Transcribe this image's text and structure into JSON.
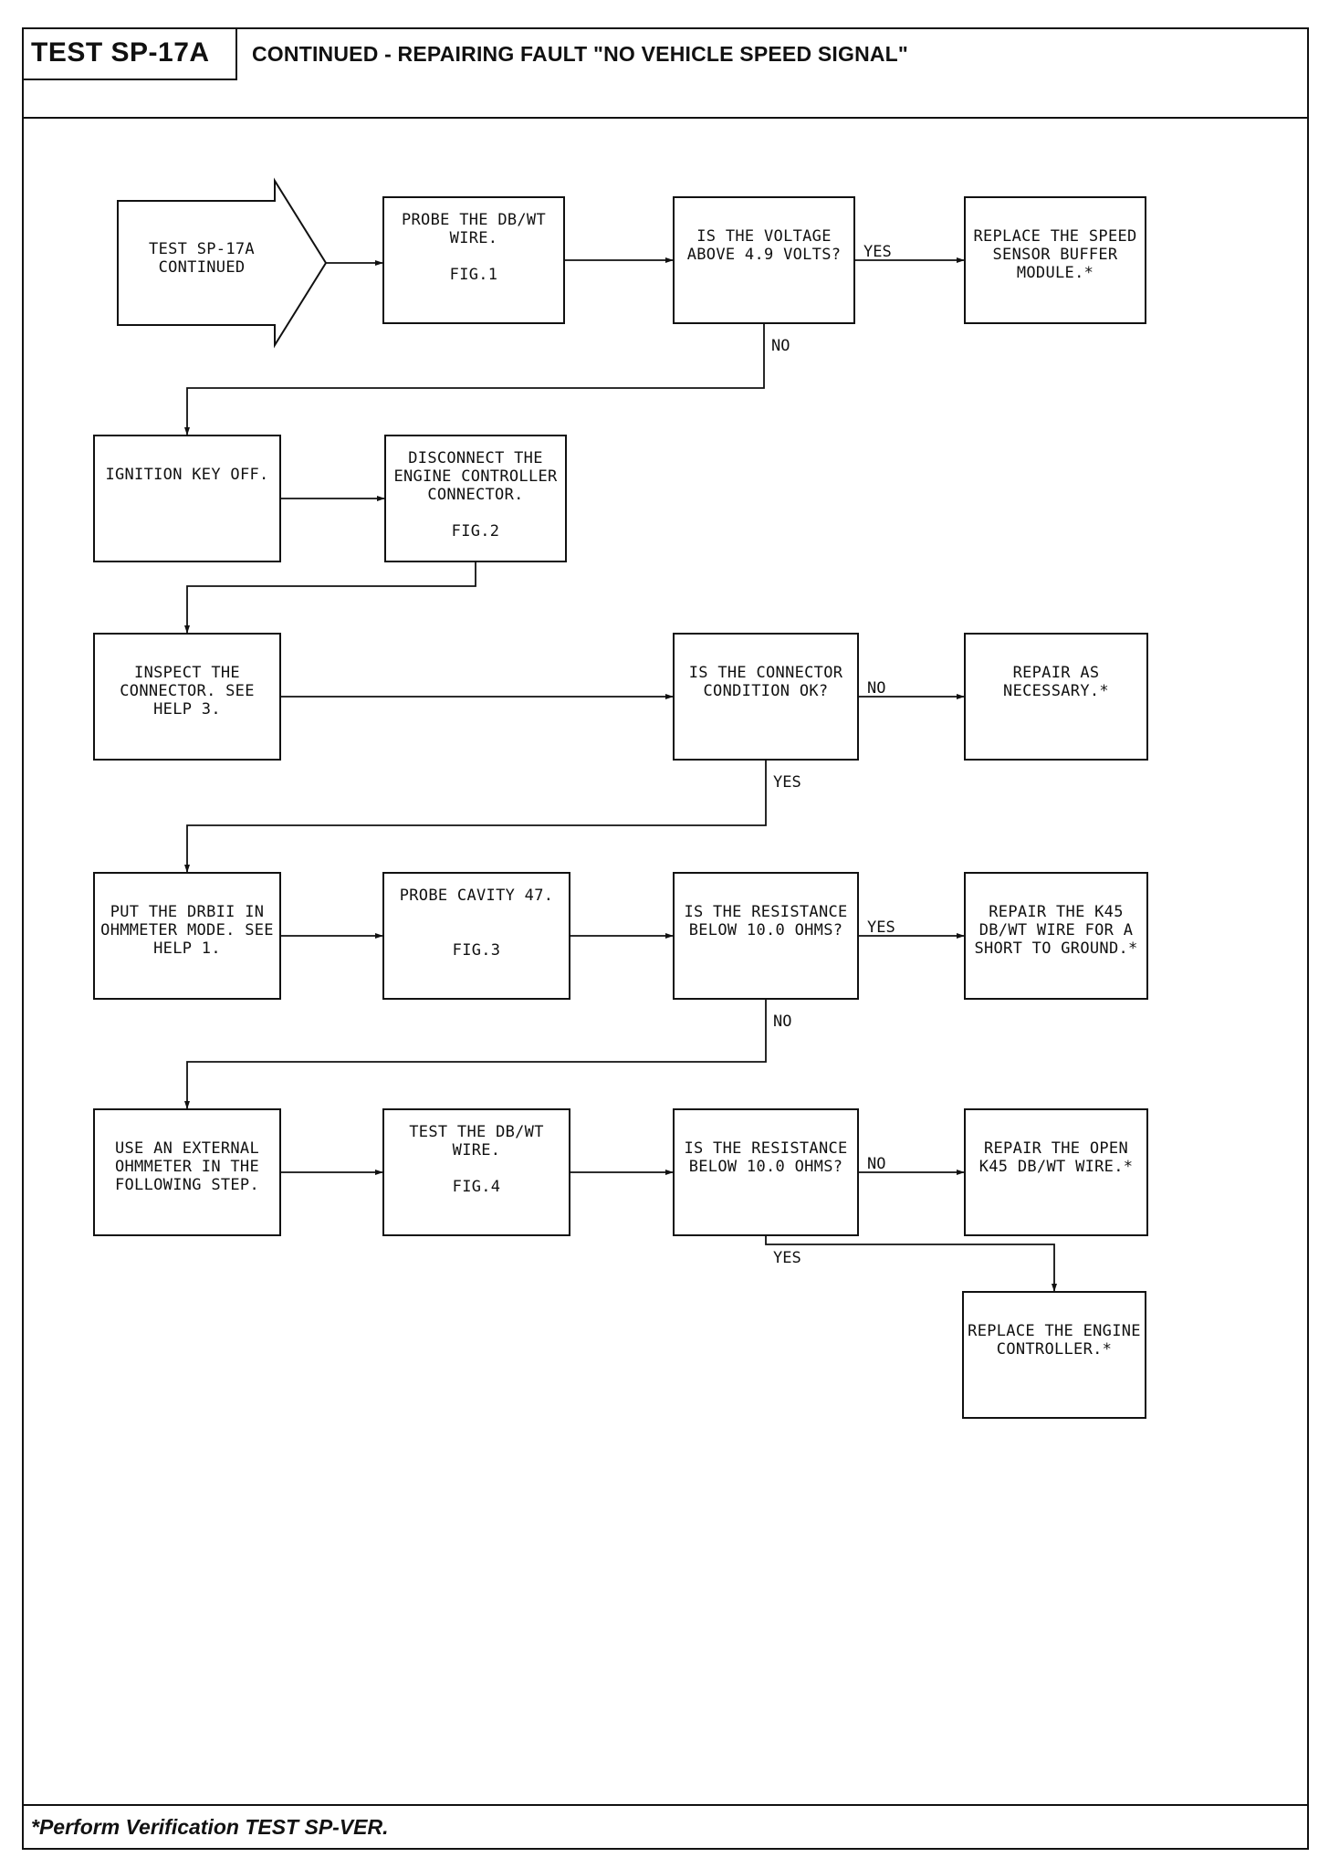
{
  "header": {
    "test_id": "TEST SP-17A",
    "title": "CONTINUED - REPAIRING FAULT \"NO VEHICLE SPEED SIGNAL\""
  },
  "nodes": [
    {
      "id": "start",
      "shape": "arrow",
      "lines": [
        "TEST SP-17A",
        "CONTINUED"
      ]
    },
    {
      "id": "probe-dbwt",
      "shape": "box",
      "lines": [
        "PROBE THE DB/WT",
        "WIRE.",
        "",
        "FIG.1"
      ]
    },
    {
      "id": "q-voltage",
      "shape": "box",
      "lines": [
        "IS THE VOLTAGE",
        "ABOVE 4.9 VOLTS?"
      ]
    },
    {
      "id": "replace-buffer",
      "shape": "box",
      "lines": [
        "REPLACE THE SPEED",
        "SENSOR BUFFER",
        "MODULE.*"
      ]
    },
    {
      "id": "ignition-off",
      "shape": "box",
      "lines": [
        "IGNITION KEY OFF."
      ]
    },
    {
      "id": "disconnect",
      "shape": "box",
      "lines": [
        "DISCONNECT THE",
        "ENGINE CONTROLLER",
        "CONNECTOR.",
        "",
        "FIG.2"
      ]
    },
    {
      "id": "inspect",
      "shape": "box",
      "lines": [
        "INSPECT THE",
        "CONNECTOR. SEE",
        "HELP 3."
      ]
    },
    {
      "id": "q-connector",
      "shape": "box",
      "lines": [
        "IS THE CONNECTOR",
        "CONDITION OK?"
      ]
    },
    {
      "id": "repair-nec",
      "shape": "box",
      "lines": [
        "REPAIR AS",
        "NECESSARY.*"
      ]
    },
    {
      "id": "drbii",
      "shape": "box",
      "lines": [
        "PUT THE DRBII IN",
        "OHMMETER MODE. SEE",
        "HELP 1."
      ]
    },
    {
      "id": "probe-47",
      "shape": "box",
      "lines": [
        "PROBE CAVITY 47.",
        "",
        "",
        "FIG.3"
      ]
    },
    {
      "id": "q-res1",
      "shape": "box",
      "lines": [
        "IS THE RESISTANCE",
        "BELOW 10.0 OHMS?"
      ]
    },
    {
      "id": "repair-short",
      "shape": "box",
      "lines": [
        "REPAIR THE K45",
        "DB/WT WIRE FOR A",
        "SHORT TO GROUND.*"
      ]
    },
    {
      "id": "ext-ohm",
      "shape": "box",
      "lines": [
        "USE AN EXTERNAL",
        "OHMMETER IN THE",
        "FOLLOWING STEP."
      ]
    },
    {
      "id": "test-dbwt",
      "shape": "box",
      "lines": [
        "TEST THE DB/WT",
        "WIRE.",
        "",
        "FIG.4"
      ]
    },
    {
      "id": "q-res2",
      "shape": "box",
      "lines": [
        "IS THE RESISTANCE",
        "BELOW 10.0 OHMS?"
      ]
    },
    {
      "id": "repair-open",
      "shape": "box",
      "lines": [
        "REPAIR THE OPEN",
        "K45 DB/WT WIRE.*"
      ]
    },
    {
      "id": "replace-ecu",
      "shape": "box",
      "lines": [
        "REPLACE THE ENGINE",
        "CONTROLLER.*"
      ]
    }
  ],
  "edges": [
    {
      "from": "start",
      "to": "probe-dbwt",
      "label": ""
    },
    {
      "from": "probe-dbwt",
      "to": "q-voltage",
      "label": ""
    },
    {
      "from": "q-voltage",
      "to": "replace-buffer",
      "label": "YES"
    },
    {
      "from": "q-voltage",
      "to": "ignition-off",
      "label": "NO"
    },
    {
      "from": "ignition-off",
      "to": "disconnect",
      "label": ""
    },
    {
      "from": "disconnect",
      "to": "inspect",
      "label": ""
    },
    {
      "from": "inspect",
      "to": "q-connector",
      "label": ""
    },
    {
      "from": "q-connector",
      "to": "repair-nec",
      "label": "NO"
    },
    {
      "from": "q-connector",
      "to": "drbii",
      "label": "YES"
    },
    {
      "from": "drbii",
      "to": "probe-47",
      "label": ""
    },
    {
      "from": "probe-47",
      "to": "q-res1",
      "label": ""
    },
    {
      "from": "q-res1",
      "to": "repair-short",
      "label": "YES"
    },
    {
      "from": "q-res1",
      "to": "ext-ohm",
      "label": "NO"
    },
    {
      "from": "ext-ohm",
      "to": "test-dbwt",
      "label": ""
    },
    {
      "from": "test-dbwt",
      "to": "q-res2",
      "label": ""
    },
    {
      "from": "q-res2",
      "to": "repair-open",
      "label": "NO"
    },
    {
      "from": "q-res2",
      "to": "replace-ecu",
      "label": "YES"
    }
  ],
  "footer": {
    "note": "*Perform Verification TEST SP-VER."
  }
}
